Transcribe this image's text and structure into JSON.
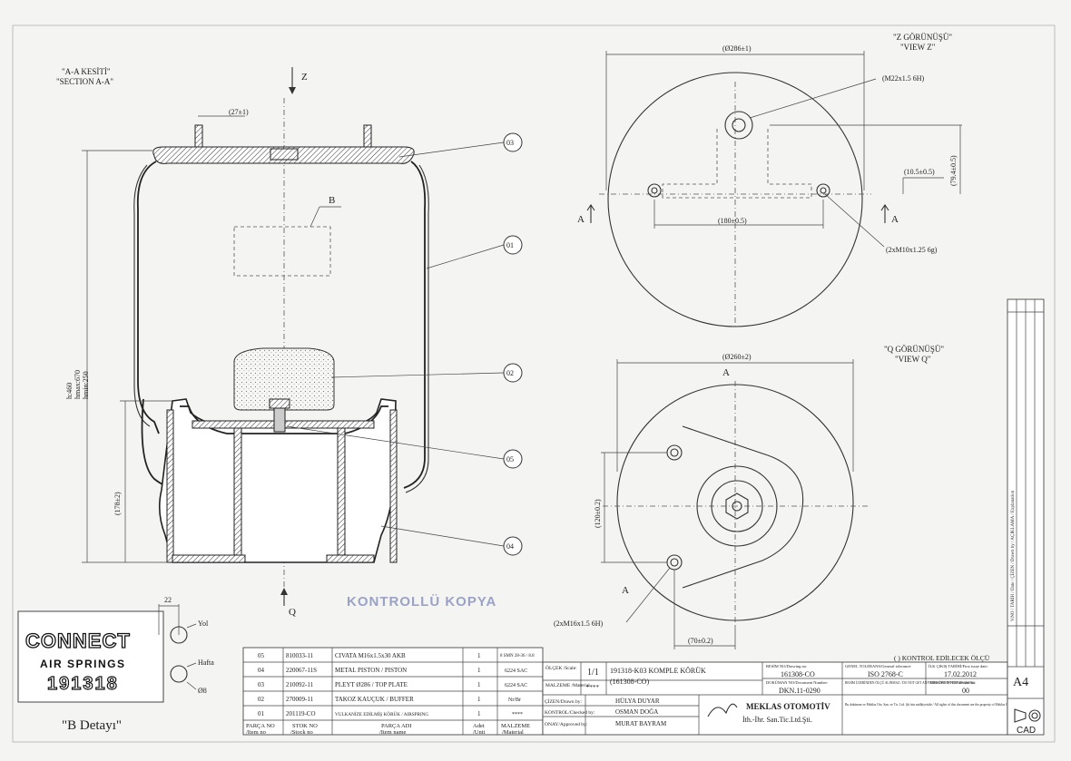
{
  "section": {
    "title_tr": "\"A-A KESİTİ\"",
    "title_en": "\"SECTION A-A\""
  },
  "view_z": {
    "title_tr": "\"Z GÖRÜNÜŞÜ\"",
    "title_en": "\"VIEW Z\""
  },
  "view_q": {
    "title_tr": "\"Q GÖRÜNÜŞÜ\"",
    "title_en": "\"VIEW Q\""
  },
  "detail": {
    "title": "\"B Detayı\"",
    "dim_width": "22",
    "label_yol": "Yol",
    "label_hafta": "Hafta",
    "dim_dia": "Ø8"
  },
  "axis": {
    "z": "Z",
    "q": "Q",
    "a": "A",
    "b": "B"
  },
  "dims": {
    "top_bolt_spacing": "(27±1)",
    "height_main": "h:460",
    "height_max": "hmax:670",
    "height_min": "hmin:250",
    "piston_height": "(178±2)",
    "z_diameter": "(Ø286±1)",
    "z_thread_center": "(M22x1.5 6H)",
    "z_offset_v": "(79.4±0.5)",
    "z_offset_h": "(10.5±0.5)",
    "z_spacing": "(180±0.5)",
    "z_thread_side": "(2xM10x1.25 6g)",
    "q_diameter": "(Ø260±2)",
    "q_spacing_v": "(120±0.2)",
    "q_thread": "(2xM16x1.5 6H)",
    "q_offset": "(70±0.2)"
  },
  "balloons": [
    "03",
    "01",
    "02",
    "05",
    "04"
  ],
  "watermark": "KONTROLLÜ KOPYA",
  "logo": {
    "brand": "CONNECT",
    "sub": "AIR SPRINGS",
    "code": "191318"
  },
  "parts": [
    {
      "no": "05",
      "stock": "810033-11",
      "name": "CIVATA M16x1.5x30 AKB",
      "qty": "1",
      "material": "8 SMN 28-36 / 8.8"
    },
    {
      "no": "04",
      "stock": "220067-11S",
      "name": "METAL PISTON / PISTON",
      "qty": "1",
      "material": "6224 SAC"
    },
    {
      "no": "03",
      "stock": "210092-11",
      "name": "PLEYT Ø286 / TOP PLATE",
      "qty": "1",
      "material": "6224 SAC"
    },
    {
      "no": "02",
      "stock": "270009-11",
      "name": "TAKOZ KAUÇUK / BUFFER",
      "qty": "1",
      "material": "Nr/Br"
    },
    {
      "no": "01",
      "stock": "201119-CO",
      "name": "VULKANİZE EDİLMİŞ KÖRÜK / AIRSPRING",
      "qty": "1",
      "material": "****"
    }
  ],
  "parts_header": {
    "no": "PARÇA NO",
    "no_en": "/Item no",
    "stock": "STOK NO",
    "stock_en": "/Stock no",
    "name": "PARÇA ADI",
    "name_en": "/Item name",
    "qty": "Adet",
    "qty_en": "/Unit",
    "material": "MALZEME",
    "material_en": "/Material"
  },
  "title_block": {
    "scale_label": "ÖLÇEK /Scale:",
    "scale": "1/1",
    "material_label": "MALZEME /Material",
    "material": "****",
    "part_name": "191318-K03 KOMPLE KÖRÜK",
    "part_ref": "(161308-CO)",
    "drawing_no_label": "RESİM NO/Drawing no:",
    "drawing_no": "161308-CO",
    "doc_no_label": "DOKÜMAN NO/Document Number:",
    "doc_no": "DKN.11-0290",
    "tolerance_label": "GENEL TOLERANS/General tolerance:",
    "tolerance": "ISO 2768-C",
    "date_label": "İLK ÇIKIŞ TARİHİ/First issue date:",
    "date": "17.02.2012",
    "version_label": "VERSİYON NO/Version no:",
    "version": "00",
    "drawn_label": "ÇİZEN/Drawn by:",
    "drawn": "HÜLYA DUYAR",
    "checked_label": "KONTROL/Checked by:",
    "checked": "OSMAN DOĞA",
    "approved_label": "ONAY/Approved by:",
    "approved": "MURAT BAYRAM",
    "company": "MEKLAS OTOMOTİV",
    "company_sub": "İth.-İhr. San.Tic.Ltd.Şti.",
    "control_note": "( ) KONTROL EDİLECEK ÖLÇÜ",
    "size": "A4",
    "cad": "CAD",
    "scale_note": "RESİM ÜZERİNDEN ÖLÇÜ ALINMAZ / DO NOT GET ANY MEASURE ON THE DRAWING",
    "legal_note": "Bu doküman ve Meklas Oto. San. ve Tic. Ltd. Şti.'nin mülkiyetidir / All rights of this document are the property of Meklas Oto.",
    "revision_label": "V.NO / TARİH / Date / ÇİZEN / Drawn by / AÇIKLAMA / Explanation"
  }
}
